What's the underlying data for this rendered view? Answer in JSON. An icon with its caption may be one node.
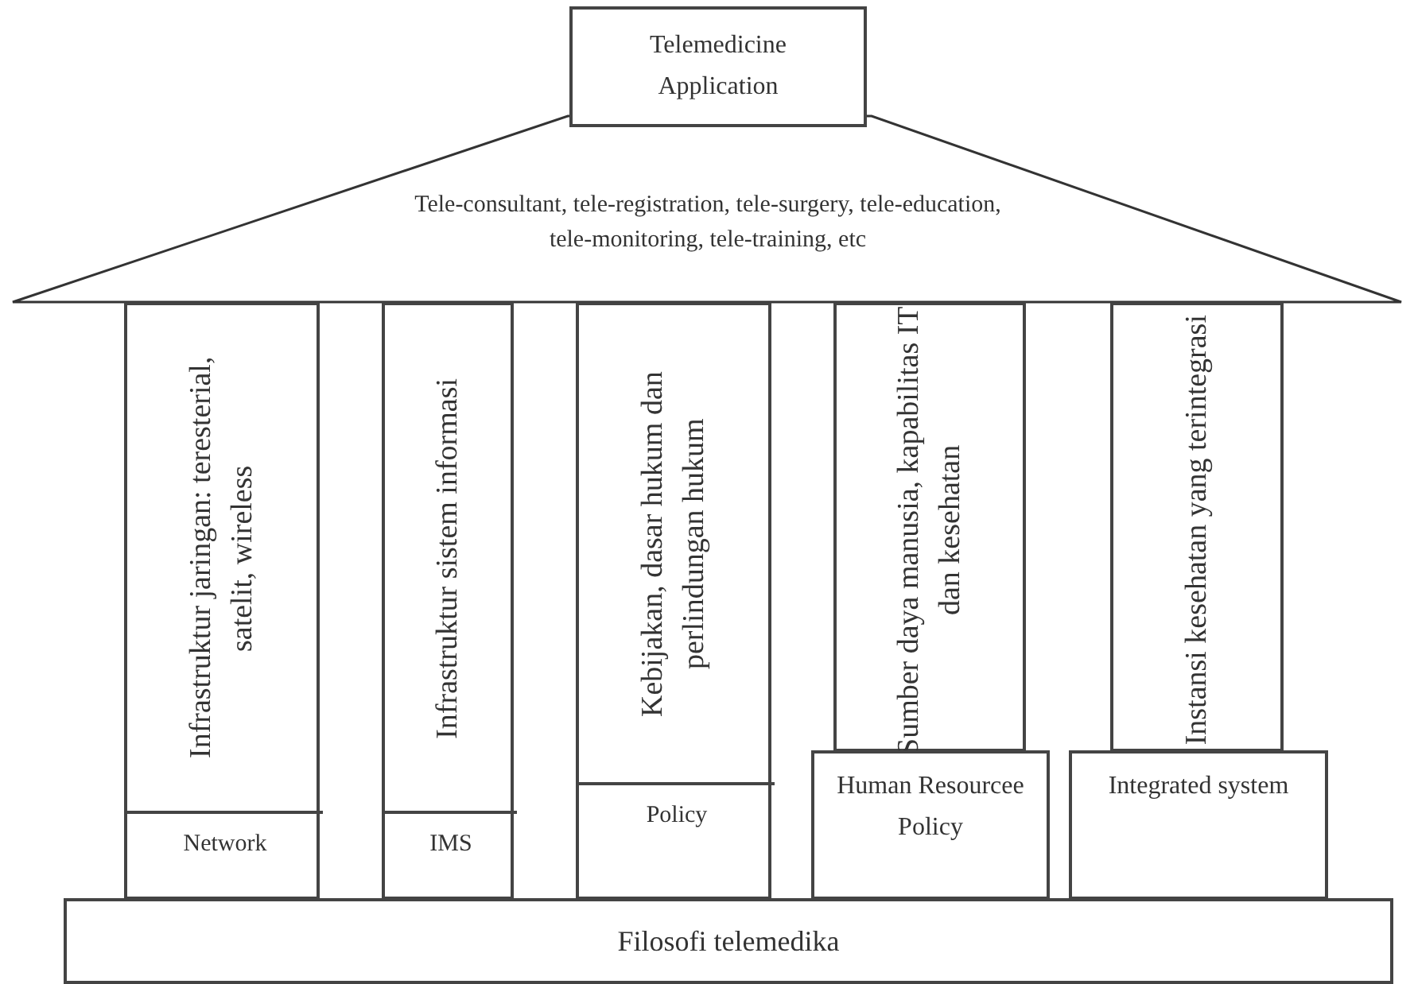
{
  "diagram": {
    "nodes": [
      {
        "text": [
          "Telemedicine Application"
        ]
      },
      {
        "text": [
          "Tele-consultant, tele-registration, tele-surgery, tele-education, tele-monitoring, tele-training, etc"
        ]
      },
      {
        "text": [
          "Infrastruktur jaringan: teresterial, satelit, wireless"
        ]
      },
      {
        "text": [
          "Network"
        ],
        "in": 2
      },
      {
        "text": [
          "Infrastruktur sistem informasi"
        ]
      },
      {
        "text": [
          "IMS"
        ],
        "in": 4
      },
      {
        "text": [
          "Kebijakan, dasar hukum dan perlindungan hukum"
        ]
      },
      {
        "text": [
          "Policy"
        ],
        "in": 6
      },
      {
        "text": [
          "Sumber daya manusia, kapabilitas IT dan kesehatan"
        ]
      },
      {
        "text": [
          "Human Resourcee Policy"
        ]
      },
      {
        "text": [
          "Instansi kesehatan yang terintegrasi"
        ]
      },
      {
        "text": [
          "Integrated system"
        ]
      },
      {
        "text": [
          "Filosofi telemedika"
        ]
      }
    ]
  }
}
